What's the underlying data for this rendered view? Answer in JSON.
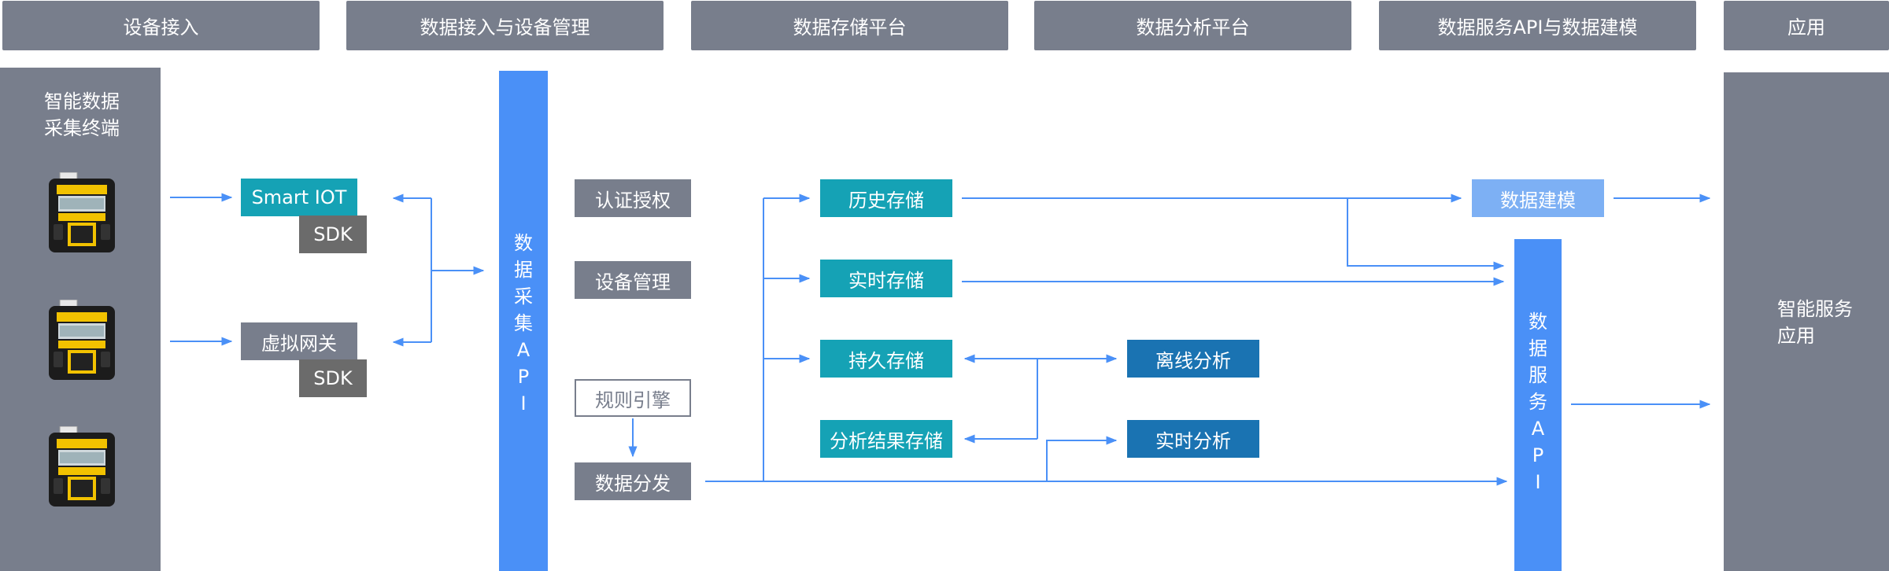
{
  "headers": [
    {
      "id": "device-access",
      "label": "设备接入"
    },
    {
      "id": "data-access",
      "label": "数据接入与设备管理"
    },
    {
      "id": "storage-platform",
      "label": "数据存储平台"
    },
    {
      "id": "analysis-platform",
      "label": "数据分析平台"
    },
    {
      "id": "api-modeling",
      "label": "数据服务API与数据建模"
    },
    {
      "id": "application",
      "label": "应用"
    }
  ],
  "terminal": {
    "label_line1": "智能数据",
    "label_line2": "采集终端",
    "device_icon": "data-collector-device-icon"
  },
  "gateways": {
    "smart_iot": "Smart IOT",
    "sdk_1": "SDK",
    "virtual_gateway": "虚拟网关",
    "sdk_2": "SDK"
  },
  "collect_api": {
    "chars": [
      "数",
      "据",
      "采",
      "集",
      "A",
      "P",
      "I"
    ]
  },
  "management": {
    "auth": "认证授权",
    "device_mgmt": "设备管理",
    "rule_engine": "规则引擎",
    "distribution": "数据分发"
  },
  "storage": {
    "history": "历史存储",
    "realtime": "实时存储",
    "persistent": "持久存储",
    "analysis_result": "分析结果存储"
  },
  "analysis": {
    "offline": "离线分析",
    "realtime": "实时分析"
  },
  "modeling": {
    "label": "数据建模"
  },
  "service_api": {
    "chars": [
      "数",
      "据",
      "服",
      "务",
      "A",
      "P",
      "I"
    ]
  },
  "application": {
    "label_line1": "智能服务",
    "label_line2": "应用"
  },
  "colors": {
    "header_gray": "#787e8c",
    "teal": "#15a2b5",
    "navy": "#1a73b2",
    "blue_bar": "#4a90f7",
    "light_blue": "#7db0f4",
    "arrow": "#4a90f7",
    "sdk_gray": "#6b6b6b"
  }
}
